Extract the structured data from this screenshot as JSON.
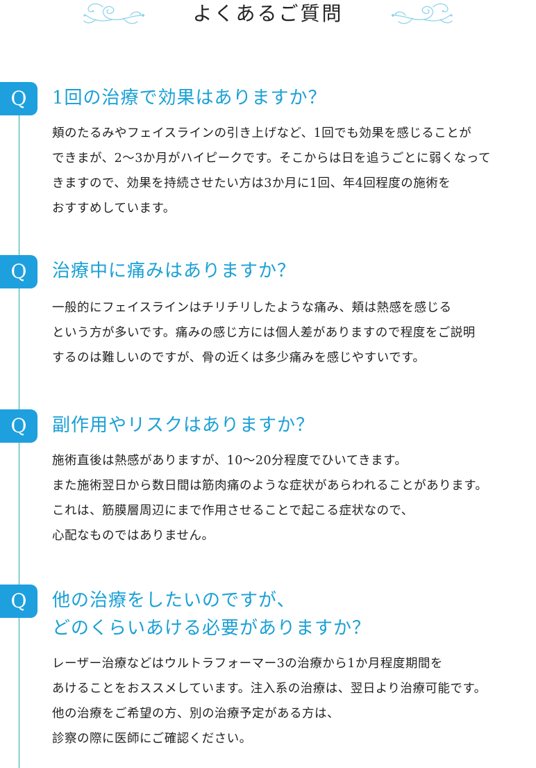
{
  "page": {
    "title": "よくあるご質問"
  },
  "colors": {
    "accent_blue": "#1ea0de",
    "question_text": "#1aa0d6",
    "timeline": "#27a9a5",
    "body_text": "#222222",
    "flourish": "#8fd3ec"
  },
  "faq": [
    {
      "badge": "Q",
      "question": [
        "1回の治療で効果はありますか？"
      ],
      "answer": [
        "頬のたるみやフェイスラインの引き上げなど、1回でも効果を感じることが",
        "できまが、2〜3か月がハイピークです。そこからは日を追うごとに弱くなって",
        "きますので、効果を持続させたい方は3か月に1回、年4回程度の施術を",
        "おすすめしています。"
      ]
    },
    {
      "badge": "Q",
      "question": [
        "治療中に痛みはありますか？"
      ],
      "answer": [
        "一般的にフェイスラインはチリチリしたような痛み、頬は熱感を感じる",
        "という方が多いです。痛みの感じ方には個人差がありますので程度をご説明",
        "するのは難しいのですが、骨の近くは多少痛みを感じやすいです。"
      ]
    },
    {
      "badge": "Q",
      "question": [
        "副作用やリスクはありますか？"
      ],
      "answer": [
        "施術直後は熱感がありますが、10〜20分程度でひいてきます。",
        "また施術翌日から数日間は筋肉痛のような症状があらわれることがあります。",
        "これは、筋膜層周辺にまで作用させることで起こる症状なので、",
        "心配なものではありません。"
      ]
    },
    {
      "badge": "Q",
      "question": [
        "他の治療をしたいのですが、",
        "どのくらいあける必要がありますか？"
      ],
      "answer": [
        "レーザー治療などはウルトラフォーマー3の治療から1か月程度期間を",
        "あけることをおススメしています。注入系の治療は、翌日より治療可能です。",
        "他の治療をご希望の方、別の治療予定がある方は、",
        "診察の際に医師にご確認ください。"
      ]
    }
  ]
}
